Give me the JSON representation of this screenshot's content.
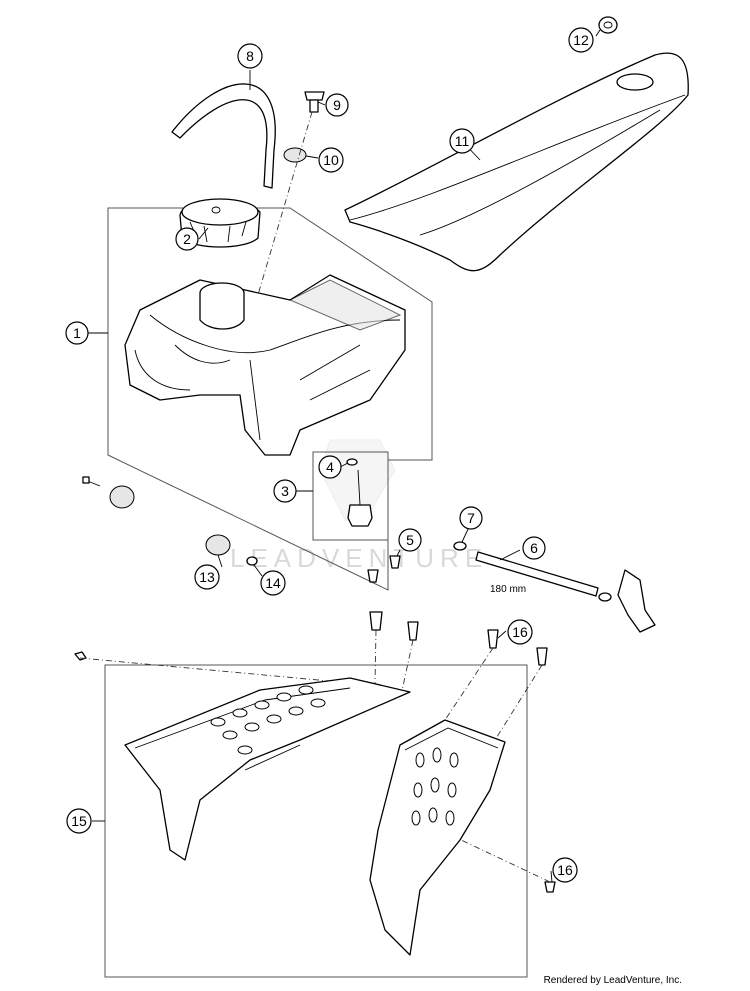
{
  "callouts": [
    {
      "label": "1"
    },
    {
      "label": "2"
    },
    {
      "label": "3"
    },
    {
      "label": "4"
    },
    {
      "label": "5"
    },
    {
      "label": "6"
    },
    {
      "label": "7"
    },
    {
      "label": "8"
    },
    {
      "label": "9"
    },
    {
      "label": "10"
    },
    {
      "label": "11"
    },
    {
      "label": "12"
    },
    {
      "label": "13"
    },
    {
      "label": "14"
    },
    {
      "label": "15"
    },
    {
      "label": "16"
    },
    {
      "label": "16"
    }
  ],
  "dimension": "180 mm",
  "watermark": "LEADVENTURE",
  "credit": "Rendered by LeadVenture, Inc."
}
